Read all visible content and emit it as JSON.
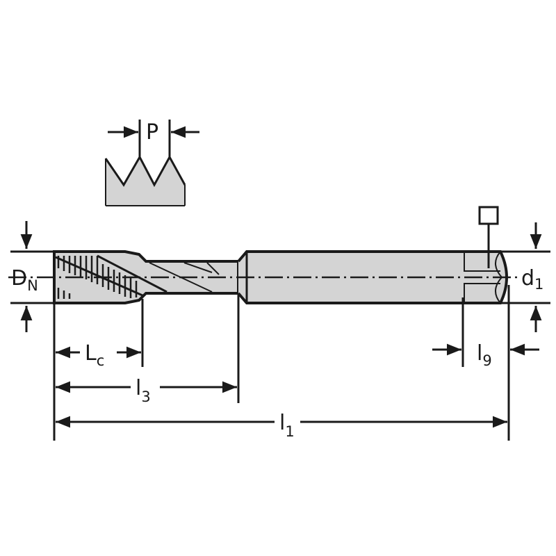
{
  "labels": {
    "pitch": "P",
    "nominal_diameter": {
      "main": "D",
      "sub": "N"
    },
    "shank_diameter": {
      "main": "d",
      "sub": "1"
    },
    "chamfer_length": {
      "main": "L",
      "sub": "c"
    },
    "thread_length": {
      "main": "l",
      "sub": "3"
    },
    "total_length": {
      "main": "l",
      "sub": "1"
    },
    "square_length": {
      "main": "l",
      "sub": "9"
    }
  },
  "colors": {
    "fill": "#d4d4d4",
    "stroke": "#1a1a1a"
  }
}
